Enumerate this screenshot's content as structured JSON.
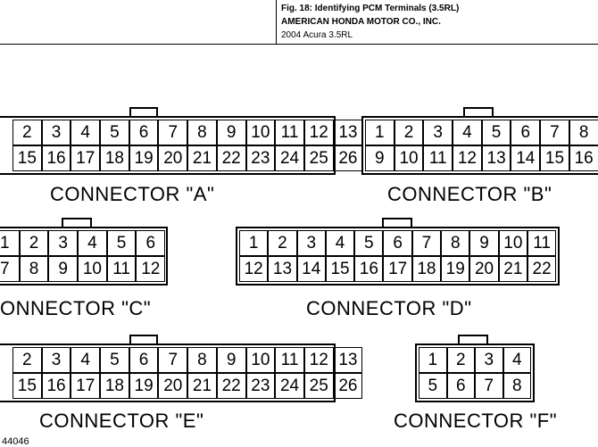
{
  "header": {
    "title": "Fig. 18: Identifying PCM Terminals (3.5RL)",
    "publisher": "AMERICAN HONDA MOTOR CO., INC.",
    "vehicle": "2004 Acura 3.5RL"
  },
  "figure_code": "44046",
  "connectors": {
    "A": {
      "label": "CONNECTOR \"A\"",
      "top_row": [
        "2",
        "3",
        "4",
        "5",
        "6",
        "7",
        "8",
        "9",
        "10",
        "11",
        "12",
        "13"
      ],
      "bottom_row": [
        "15",
        "16",
        "17",
        "18",
        "19",
        "20",
        "21",
        "22",
        "23",
        "24",
        "25",
        "26"
      ]
    },
    "B": {
      "label": "CONNECTOR \"B\"",
      "top_row": [
        "1",
        "2",
        "3",
        "4",
        "5",
        "6",
        "7",
        "8"
      ],
      "bottom_row": [
        "9",
        "10",
        "11",
        "12",
        "13",
        "14",
        "15",
        "16"
      ]
    },
    "C": {
      "label": "ONNECTOR \"C\"",
      "top_row": [
        "1",
        "2",
        "3",
        "4",
        "5",
        "6"
      ],
      "bottom_row": [
        "7",
        "8",
        "9",
        "10",
        "11",
        "12"
      ]
    },
    "D": {
      "label": "CONNECTOR \"D\"",
      "top_row": [
        "1",
        "2",
        "3",
        "4",
        "5",
        "6",
        "7",
        "8",
        "9",
        "10",
        "11"
      ],
      "bottom_row": [
        "12",
        "13",
        "14",
        "15",
        "16",
        "17",
        "18",
        "19",
        "20",
        "21",
        "22"
      ]
    },
    "E": {
      "label": "CONNECTOR \"E\"",
      "top_row": [
        "2",
        "3",
        "4",
        "5",
        "6",
        "7",
        "8",
        "9",
        "10",
        "11",
        "12",
        "13"
      ],
      "bottom_row": [
        "15",
        "16",
        "17",
        "18",
        "19",
        "20",
        "21",
        "22",
        "23",
        "24",
        "25",
        "26"
      ]
    },
    "F": {
      "label": "CONNECTOR \"F\"",
      "top_row": [
        "1",
        "2",
        "3",
        "4"
      ],
      "bottom_row": [
        "5",
        "6",
        "7",
        "8"
      ]
    }
  }
}
